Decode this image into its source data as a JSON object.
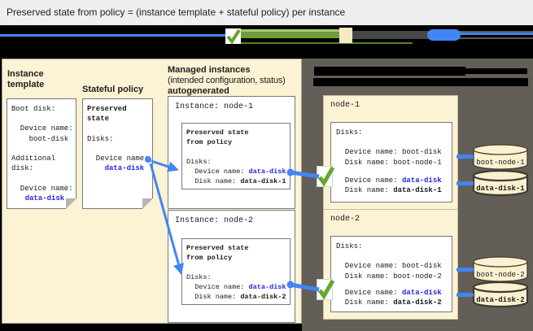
{
  "title": "Preserved state from policy = (instance template + stateful policy) per instance",
  "colors": {
    "accent_blue": "#4285f4",
    "code_blue": "#2626de",
    "check_green": "#64a62e",
    "panel_cream": "#fcf2d4",
    "panel_dark": "#635e57"
  },
  "left_panel": {
    "instance_template_heading": "Instance template",
    "stateful_policy_heading": "Stateful policy",
    "managed_heading_line1": "Managed instances",
    "managed_heading_line2": "(intended configuration, status)",
    "managed_heading_line3": "autogenerated",
    "template_doc": {
      "body": "Boot disk:\n\n  Device name:\n    boot-disk\n\nAdditional\ndisk:\n\n  Device name:",
      "data_disk": "    data-disk"
    },
    "policy_doc": {
      "heading": "Preserved\nstate",
      "body": "\nDisks:\n\n  Device name:",
      "data_disk": "    data-disk"
    },
    "instances": [
      {
        "label": "Instance: node-1",
        "preserved_heading": "Preserved state\nfrom policy",
        "disks_label": "\nDisks:",
        "device_prefix": "  Device name: ",
        "device_value": "data-disk",
        "disk_prefix": "  Disk name: ",
        "disk_value": "data-disk-1"
      },
      {
        "label": "Instance: node-2",
        "preserved_heading": "Preserved state\nfrom policy",
        "disks_label": "\nDisks:",
        "device_prefix": "  Device name: ",
        "device_value": "data-disk",
        "disk_prefix": "  Disk name: ",
        "disk_value": "data-disk-2"
      }
    ]
  },
  "right_panel": {
    "nodes": [
      {
        "label": "node-1",
        "disks_body": "Disks:\n\n  Device name: boot-disk\n  Disk name: boot-node-1",
        "device_prefix": "  Device name: ",
        "device_value": "data-disk",
        "disk_prefix": "  Disk name: ",
        "disk_value": "data-disk-1"
      },
      {
        "label": "node-2",
        "disks_body": "Disks:\n\n  Device name: boot-disk\n  Disk name: boot-node-2",
        "device_prefix": "  Device name: ",
        "device_value": "data-disk",
        "disk_prefix": "  Disk name: ",
        "disk_value": "data-disk-2"
      }
    ],
    "disks": [
      {
        "label": "boot-node-1"
      },
      {
        "label": "data-disk-1"
      },
      {
        "label": "boot-node-2"
      },
      {
        "label": "data-disk-2"
      }
    ]
  }
}
